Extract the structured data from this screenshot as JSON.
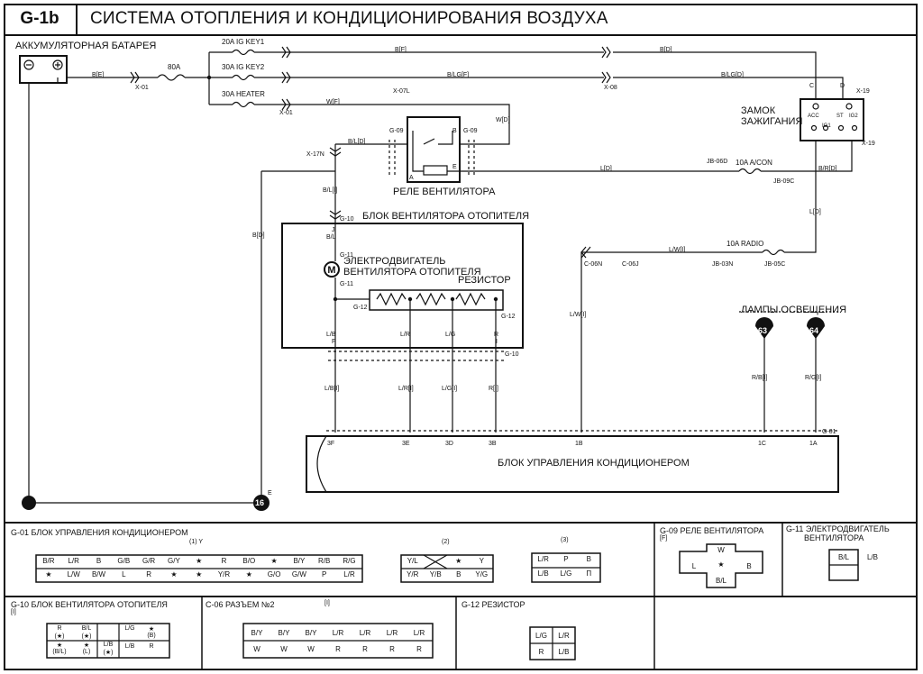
{
  "header": {
    "code": "G-1b",
    "title": "СИСТЕМА ОТОПЛЕНИЯ И КОНДИЦИОНИРОВАНИЯ ВОЗДУХА"
  },
  "labels": {
    "battery": "АККУМУЛЯТОРНАЯ БАТАРЕЯ",
    "ignition_switch_1": "ЗАМОК",
    "ignition_switch_2": "ЗАЖИГАНИЯ",
    "fan_relay": "РЕЛЕ ВЕНТИЛЯТОРА",
    "heater_fan_block": "БЛОК ВЕНТИЛЯТОРА ОТОПИТЕЛЯ",
    "motor_1": "ЭЛЕКТРОДВИГАТЕЛЬ",
    "motor_2": "ВЕНТИЛЯТОРА ОТОПИТЕЛЯ",
    "resistor": "РЕЗИСТОР",
    "lamps": "ЛАМПЫ ОСВЕЩЕНИЯ",
    "ac_control_unit": "БЛОК УПРАВЛЕНИЯ КОНДИЦИОНЕРОМ"
  },
  "fuses": {
    "f80": "80A",
    "f20_ig1": "20A IG KEY1",
    "f30_ig2": "30A IG KEY2",
    "f30_heater": "30A HEATER",
    "f10_acon": "10A A/CON",
    "f10_radio": "10A RADIO"
  },
  "wires": {
    "be": "B[E]",
    "bf": "B[F]",
    "bd": "B[D]",
    "blgf": "B/LG[F]",
    "blgd": "B/LG[D]",
    "wf": "W[F]",
    "wd": "W[D]",
    "bld": "B/L[D]",
    "bli": "B/L[I]",
    "ld": "L[D]",
    "ld2": "L[D]",
    "brd": "B/R[D]",
    "bd2": "B[D]",
    "lwi": "L/W[I]",
    "lwi2": "L/W[I]",
    "lbi": "L/B[I]",
    "lri": "L/R[I]",
    "lgi": "L/G[I]",
    "ri": "R[I]",
    "rbi": "R/B[I]",
    "rgi": "R/G[I]",
    "bl": "B/L",
    "lb": "L/B",
    "lr": "L/R",
    "lg": "L/G",
    "r": "R"
  },
  "connectors": {
    "x01a": "X-01",
    "x01b": "X-01",
    "x08": "X-08",
    "x07l": "X-07L",
    "x19a": "X-19",
    "x19b": "X-19",
    "x17n": "X-17N",
    "g09a": "G-09",
    "g09b": "G-09",
    "g10": "G-10",
    "g11a": "G-11",
    "g11b": "G-11",
    "g12a": "G-12",
    "g12b": "G-12",
    "g10b": "G-10",
    "g01": "G-01",
    "jb06d": "JB-06D",
    "jb09c": "JB-09C",
    "jb03n": "JB-03N",
    "jb05c": "JB-05C",
    "c06n": "C-06N",
    "c06j": "C-06J"
  },
  "pins": {
    "c": "C",
    "d": "D",
    "a": "A",
    "b": "B",
    "e": "E",
    "f": "F",
    "j": "J",
    "i": "I",
    "acc": "ACC",
    "ig1": "IG1",
    "st": "ST",
    "ig2": "IG2",
    "p3f": "3F",
    "p3e": "3E",
    "p3d": "3D",
    "p3b": "3B",
    "p1b": "1B",
    "p1c": "1C",
    "p1a": "1A",
    "g63": "63",
    "g64": "64",
    "g16": "16",
    "gnd_e": "E"
  },
  "panels": {
    "g01_title": "G-01 БЛОК УПРАВЛЕНИЯ КОНДИЦИОНЕРОМ",
    "g01_sub1": "(1) Y",
    "g01_sub2": "(2)",
    "g01_sub3": "(3)",
    "g09_title": "G-09 РЕЛЕ ВЕНТИЛЯТОРА",
    "g09_sub": "[F]",
    "g11_title_1": "G-11 ЭЛЕКТРОДВИГАТЕЛЬ",
    "g11_title_2": "ВЕНТИЛЯТОРА",
    "g10_title": "G-10 БЛОК ВЕНТИЛЯТОРА ОТОПИТЕЛЯ",
    "g10_sub": "[I]",
    "c06_title": "C-06  РАЗЪЕМ №2",
    "c06_sub": "[I]",
    "g12_title": "G-12 РЕЗИСТОР"
  },
  "g01_conn1_top": [
    "B/R",
    "L/R",
    "B",
    "G/B",
    "G/R",
    "G/Y",
    "★",
    "R",
    "B/O",
    "★",
    "B/Y",
    "R/B",
    "R/G"
  ],
  "g01_conn1_bot": [
    "★",
    "L/W",
    "B/W",
    "L",
    "R",
    "★",
    "★",
    "Y/R",
    "★",
    "G/O",
    "G/W",
    "P",
    "L/R"
  ],
  "g01_conn2_top": [
    "Y/L",
    "",
    "★",
    "Y"
  ],
  "g01_conn2_bot": [
    "Y/R",
    "Y/B",
    "B",
    "Y/G"
  ],
  "g01_conn3_top": [
    "L/R",
    "P",
    "B"
  ],
  "g01_conn3_bot": [
    "L/B",
    "L/G",
    "П"
  ],
  "g09_conn": [
    "W",
    "L",
    "★",
    "B",
    "B/L"
  ],
  "g11_conn": [
    "B/L",
    "L/B"
  ],
  "g10_conn": [
    "R",
    "(★)",
    "B/L",
    "(★)",
    "L/G",
    "★",
    "(B)",
    "★",
    "(B/L)",
    "★",
    "(L)",
    "L/B",
    "(★)",
    "L/B",
    "R"
  ],
  "c06_conn_top": [
    "B/Y",
    "B/Y",
    "B/Y",
    "L/R",
    "L/R",
    "L/R",
    "L/R"
  ],
  "c06_conn_bot": [
    "W",
    "W",
    "W",
    "R",
    "R",
    "R",
    "R"
  ],
  "g12_conn": [
    "L/G",
    "L/R",
    "R",
    "L/B"
  ]
}
